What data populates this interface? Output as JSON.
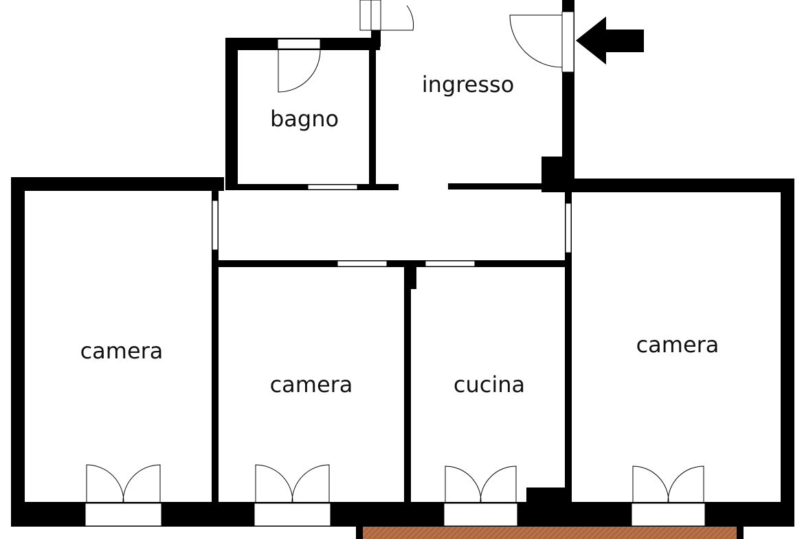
{
  "rooms": {
    "ingresso": "ingresso",
    "bagno": "bagno",
    "camera_left": "camera",
    "camera_middle": "camera",
    "cucina": "cucina",
    "camera_right": "camera"
  },
  "colors": {
    "wall": "#000000",
    "background": "#ffffff",
    "terrace": "#b8704a",
    "terrace_pattern": "#9a5a38"
  },
  "icons": {
    "entrance_arrow": "arrow-left-icon"
  }
}
